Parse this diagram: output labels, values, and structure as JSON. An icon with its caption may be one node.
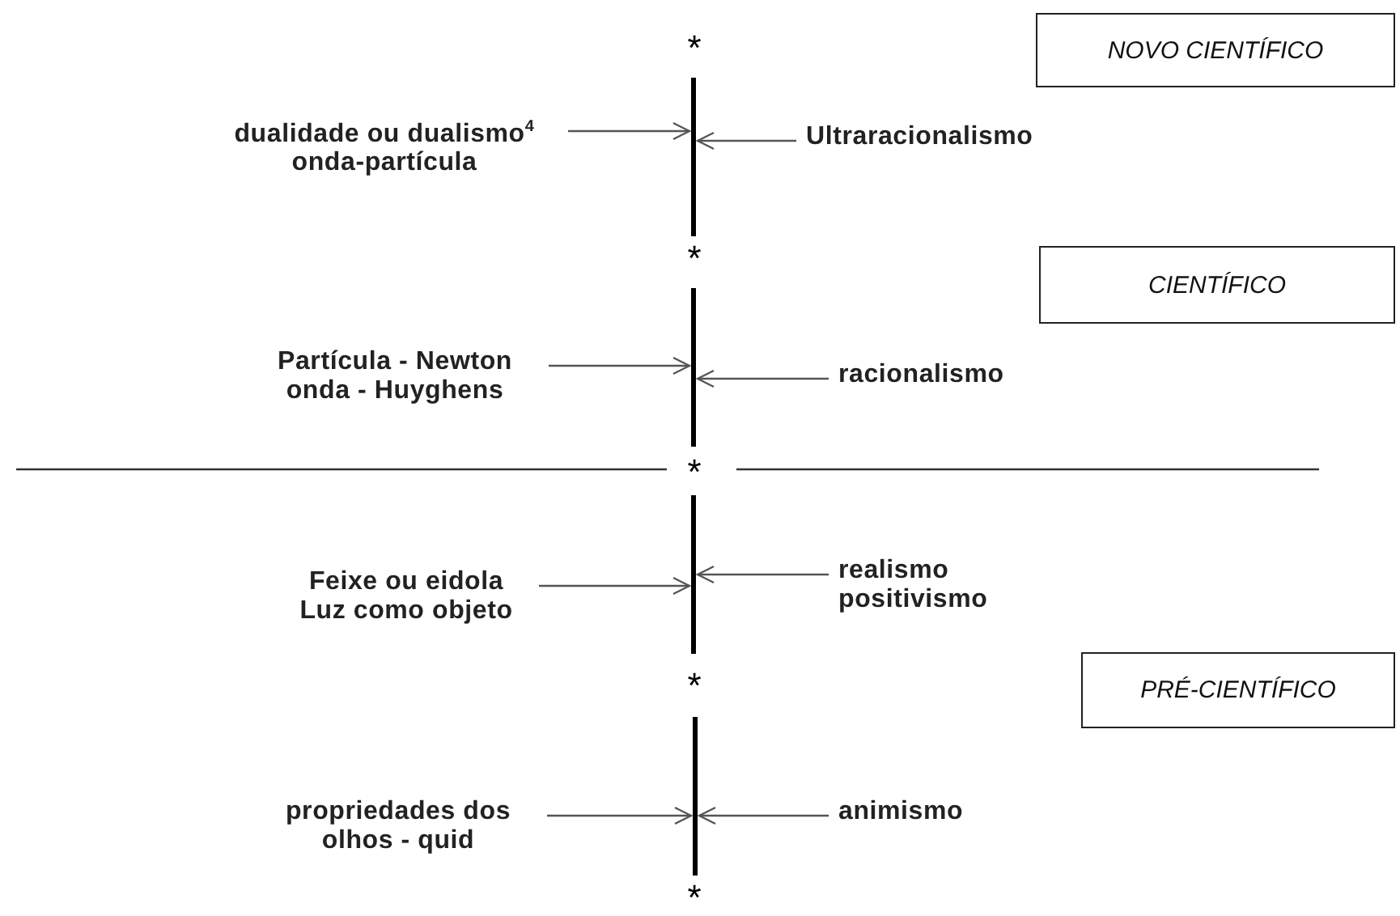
{
  "diagram": {
    "nodes": [
      {
        "text": [
          "NOVO CIENTÍFICO"
        ]
      },
      {
        "text": [
          "dualidade ou dualismo$^{4}$ onda-partícula"
        ]
      },
      {
        "text": [],
        "shape": "bar"
      },
      {
        "text": [
          "Ultraracionalismo"
        ]
      },
      {
        "text": [
          "CIENTÍFICO"
        ]
      },
      {
        "text": [
          "Partícula - Newton onda - Huyghens"
        ]
      },
      {
        "text": [],
        "shape": "bar"
      },
      {
        "text": [
          "racionalismo"
        ]
      },
      {
        "text": [
          "Feixe ou eidola Luz como objeto"
        ]
      },
      {
        "text": [],
        "shape": "bar"
      },
      {
        "text": [
          "realismo positivismo"
        ]
      },
      {
        "text": [
          "PRÉ-CIENTÍFICO"
        ]
      },
      {
        "text": [
          "propriedades dos olhos - quid"
        ]
      },
      {
        "text": [],
        "shape": "bar"
      },
      {
        "text": [
          "animismo"
        ]
      }
    ],
    "edges": [
      {
        "from": 1,
        "to": 2,
        "arrow": "to"
      },
      {
        "from": 3,
        "to": 2,
        "arrow": "to"
      },
      {
        "from": 5,
        "to": 6,
        "arrow": "to"
      },
      {
        "from": 7,
        "to": 6,
        "arrow": "to"
      },
      {
        "from": 8,
        "to": 9,
        "arrow": "to"
      },
      {
        "from": 10,
        "to": 9,
        "arrow": "to"
      },
      {
        "from": 12,
        "to": 13,
        "arrow": "to"
      },
      {
        "from": 14,
        "to": 13,
        "arrow": "to"
      }
    ],
    "labels": [
      "*",
      "*",
      "*",
      "*",
      "*"
    ]
  }
}
